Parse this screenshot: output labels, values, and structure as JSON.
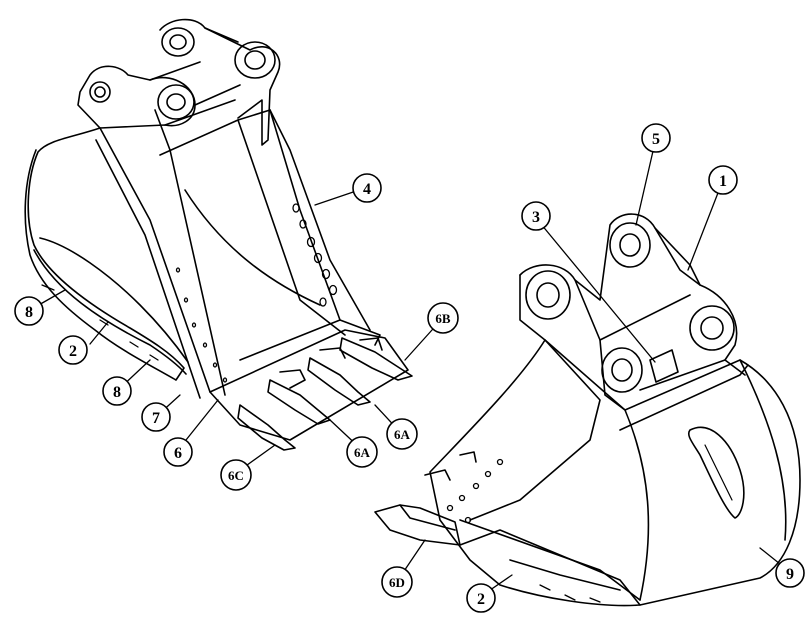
{
  "diagram": {
    "ink_color": "#000000",
    "paper_color": "#ffffff",
    "callouts": [
      {
        "id": "c1",
        "label": "1"
      },
      {
        "id": "c2a",
        "label": "2"
      },
      {
        "id": "c2b",
        "label": "2"
      },
      {
        "id": "c3",
        "label": "3"
      },
      {
        "id": "c4",
        "label": "4"
      },
      {
        "id": "c5",
        "label": "5"
      },
      {
        "id": "c6",
        "label": "6"
      },
      {
        "id": "c6a1",
        "label": "6A"
      },
      {
        "id": "c6a2",
        "label": "6A"
      },
      {
        "id": "c6b",
        "label": "6B"
      },
      {
        "id": "c6c",
        "label": "6C"
      },
      {
        "id": "c6d",
        "label": "6D"
      },
      {
        "id": "c7",
        "label": "7"
      },
      {
        "id": "c8a",
        "label": "8"
      },
      {
        "id": "c8b",
        "label": "8"
      },
      {
        "id": "c9",
        "label": "9"
      }
    ]
  }
}
